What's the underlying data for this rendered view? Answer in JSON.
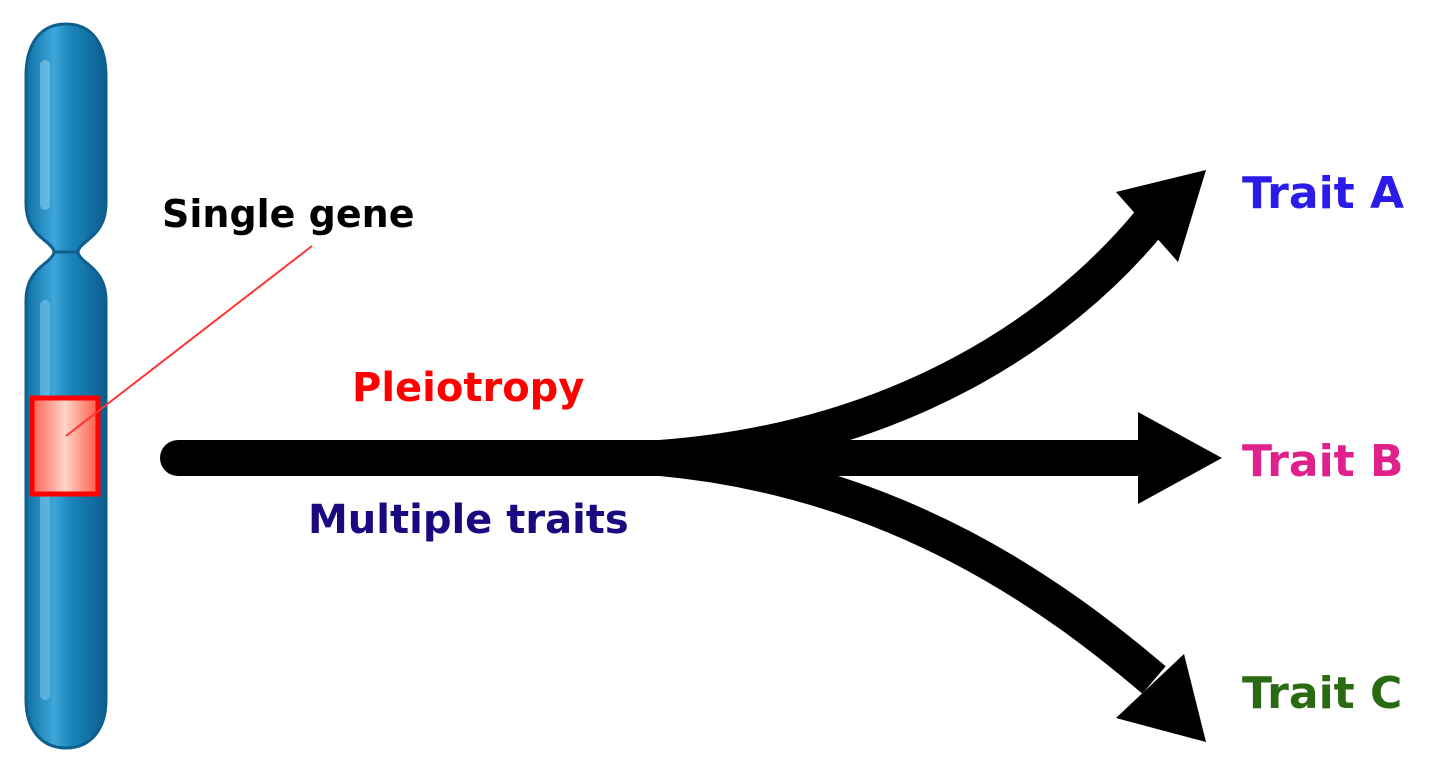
{
  "labels": {
    "single_gene": "Single gene",
    "pleiotropy": "Pleiotropy",
    "multiple_traits": "Multiple traits",
    "trait_a": "Trait A",
    "trait_b": "Trait B",
    "trait_c": "Trait C"
  },
  "colors": {
    "chromosome": "#1b86bd",
    "chromosome_outline": "#0e5f8c",
    "gene_box_outline": "#ff0000",
    "gene_box_fill": "#ffb0a0",
    "leader_line": "#ff3333",
    "arrow": "#000000",
    "single_gene": "#000000",
    "pleiotropy": "#ff0000",
    "multiple_traits": "#1a0a80",
    "trait_a": "#2b1be8",
    "trait_b": "#e0208c",
    "trait_c": "#2a6a12"
  }
}
